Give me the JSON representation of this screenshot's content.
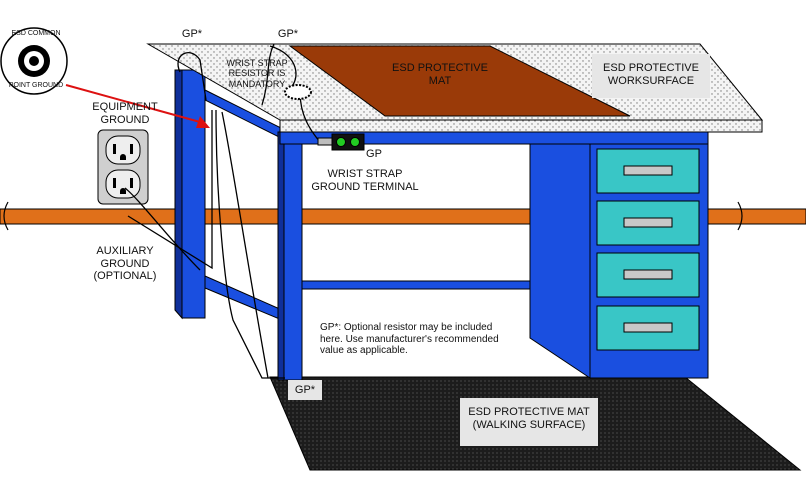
{
  "common_point_ground_symbol": {
    "text_top": "ESD COMMON",
    "text_bottom": "POINT GROUND"
  },
  "labels": {
    "equipment_ground": "EQUIPMENT\nGROUND",
    "auxiliary_ground": "AUXILIARY\nGROUND\n(OPTIONAL)",
    "wrist_strap_resistor": "WRIST STRAP\nRESISTOR IS\nMANDATORY",
    "protective_mat": "ESD PROTECTIVE\nMAT",
    "protective_worksurface": "ESD PROTECTIVE\nWORKSURFACE",
    "wrist_strap_terminal": "WRIST STRAP\nGROUND TERMINAL",
    "gp_star_left": "GP*",
    "gp_star_right": "GP*",
    "gp_terminal": "GP",
    "gp_star_floor": "GP*",
    "note": "GP*: Optional resistor may be included\nhere.  Use manufacturer's recommended\nvalue as applicable.",
    "floor_mat": "ESD PROTECTIVE MAT\n(WALKING SURFACE)"
  },
  "colors": {
    "desk_blue": "#1a4fe0",
    "desk_blue_dark": "#0f2f9a",
    "drawer_cyan": "#39c6c6",
    "mat_brown": "#9a3a08",
    "ground_bus_orange": "#e0701a",
    "floor_mat": "#1a1a1a",
    "terminal_green": "#22cc22",
    "arrow_red": "#dd1111"
  }
}
